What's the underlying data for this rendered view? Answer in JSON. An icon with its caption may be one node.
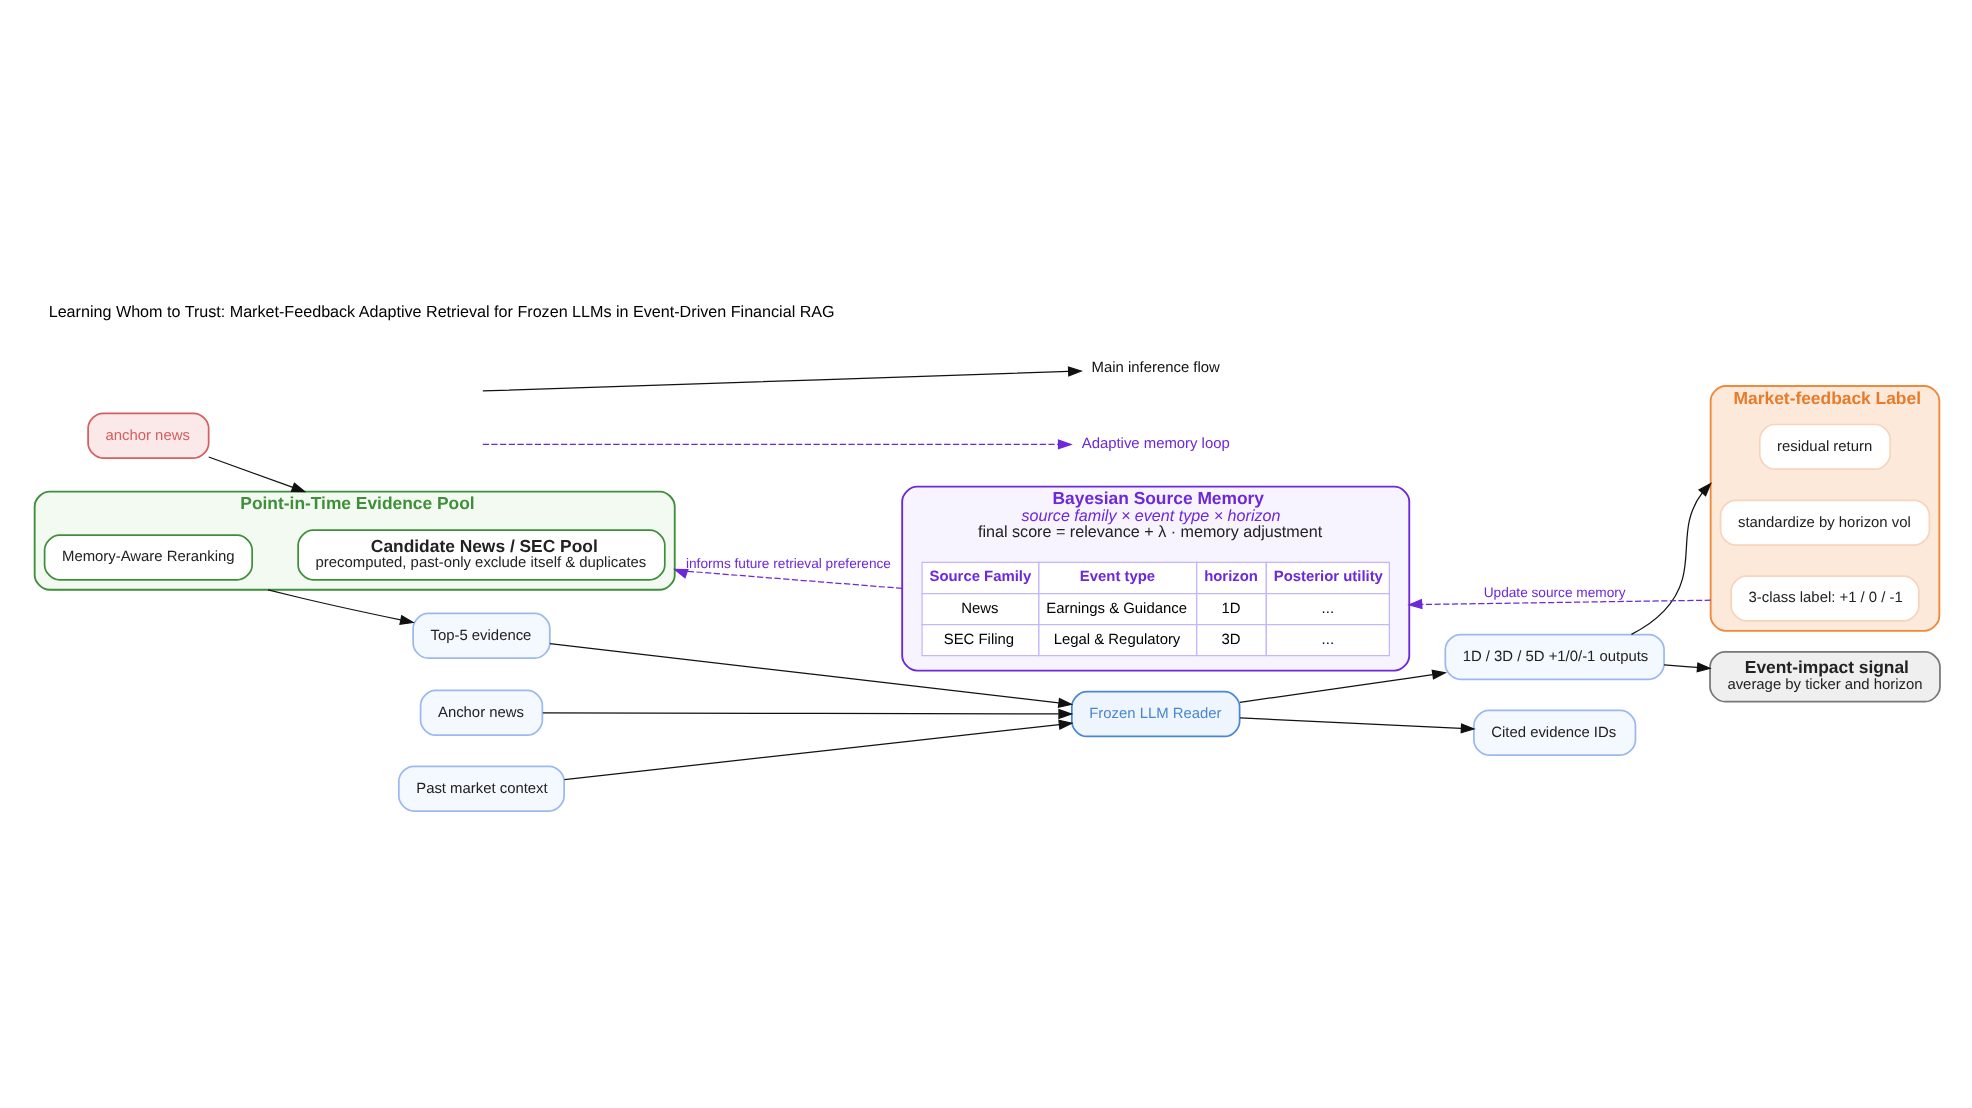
{
  "diagram": {
    "title": "Learning Whom to Trust: Market-Feedback Adaptive Retrieval for Frozen LLMs in Event-Driven Financial RAG",
    "nodes": [
      {
        "text": [
          "anchor news"
        ]
      },
      {
        "text": [
          "Point-in-Time Evidence Pool"
        ]
      },
      {
        "text": [
          "Candidate News / SEC Pool",
          "precomputed, past-only exclude itself & duplicates"
        ],
        "in": 1
      },
      {
        "text": [
          "Memory-Aware Reranking"
        ],
        "in": 1
      },
      {
        "text": [
          "Anchor news"
        ]
      },
      {
        "text": [
          "Top-5 evidence"
        ]
      },
      {
        "text": [
          "Past market context"
        ]
      },
      {
        "text": [
          "Frozen LLM Reader"
        ]
      },
      {
        "text": [
          "1D / 3D / 5D +1/0/-1 outputs"
        ]
      },
      {
        "text": [
          "Cited evidence IDs"
        ]
      },
      {
        "text": [
          "Event-impact signal",
          "average by ticker and horizon"
        ]
      },
      {
        "text": [
          "Market-feedback Label"
        ]
      },
      {
        "text": [
          "residual return"
        ],
        "in": 11
      },
      {
        "text": [
          "standardize by horizon vol"
        ],
        "in": 11
      },
      {
        "text": [
          "3-class label: +1 / 0 / -1"
        ],
        "in": 11
      },
      {
        "text": [
          "Bayesian Source Memory",
          "source family × event type × horizon",
          "final score = relevance + λ · memory adjustment"
        ]
      }
    ],
    "edges": [
      {
        "from": 0,
        "to": 1,
        "arrow": "to"
      },
      {
        "from": 1,
        "to": 5,
        "arrow": "to"
      },
      {
        "from": 4,
        "to": 7,
        "arrow": "to"
      },
      {
        "from": 5,
        "to": 7,
        "arrow": "to"
      },
      {
        "from": 6,
        "to": 7,
        "arrow": "to"
      },
      {
        "from": 7,
        "to": 8,
        "arrow": "to"
      },
      {
        "from": 7,
        "to": 9,
        "arrow": "to"
      },
      {
        "from": 8,
        "to": 10,
        "arrow": "to"
      },
      {
        "from": 8,
        "to": 11,
        "arrow": "to"
      },
      {
        "from": 11,
        "to": 15,
        "arrow": "to",
        "label": "Update source memory",
        "style": "dashed",
        "color": "#6d28d9"
      },
      {
        "from": 15,
        "to": 1,
        "arrow": "to",
        "label": "informs future retrieval preference",
        "style": "dashed",
        "color": "#6d28d9"
      }
    ],
    "labels": [
      "Source Family",
      "Event type",
      "horizon",
      "Posterior utility",
      "News",
      "Earnings & Guidance",
      "1D",
      "...",
      "SEC Filing",
      "Legal & Regulatory",
      "3D",
      "..."
    ],
    "legend": [
      {
        "text": "Main inference flow"
      },
      {
        "text": "Adaptive memory loop"
      }
    ]
  }
}
